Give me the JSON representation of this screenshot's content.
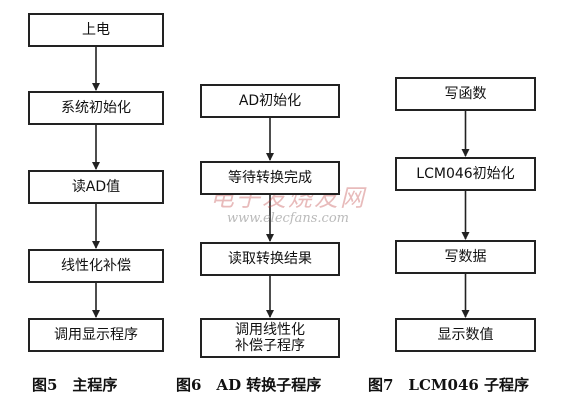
{
  "flowcharts": [
    {
      "id": "main",
      "steps": [
        "上电",
        "系统初始化",
        "读AD值",
        "线性化补偿",
        "调用显示程序"
      ],
      "caption": "图5　主程序"
    },
    {
      "id": "ad",
      "steps": [
        "AD初始化",
        "等待转换完成",
        "读取转换结果",
        "调用线性化\n补偿子程序"
      ],
      "caption": "图6　AD 转换子程序"
    },
    {
      "id": "lcm",
      "steps": [
        "写函数",
        "LCM046初始化",
        "写数据",
        "显示数值"
      ],
      "caption": "图7　LCM046 子程序"
    }
  ],
  "watermark": {
    "cn": "电子发烧友网",
    "url": "www.elecfans.com"
  },
  "colors": {
    "border": "#222222",
    "arrow": "#222222",
    "watermark": "#be3c3c"
  }
}
